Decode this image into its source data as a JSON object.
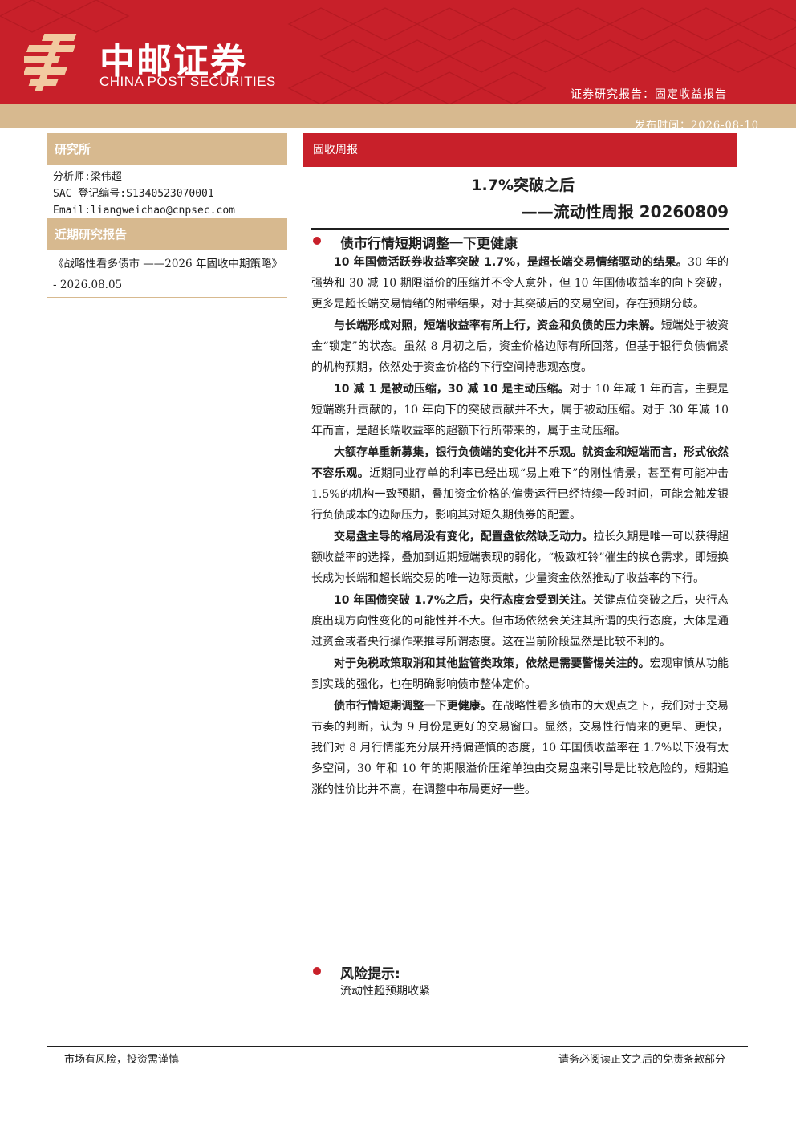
{
  "header": {
    "brand_cn": "中邮证券",
    "brand_en": "CHINA POST SECURITIES",
    "report_type": "证券研究报告：固定收益报告",
    "publish_date": "发布时间：2026-08-10",
    "brand_color": "#c8202a",
    "accent_color": "#d7b98f"
  },
  "sidebar": {
    "institute_label": "研究所",
    "analyst": "分析师:梁伟超",
    "sac": "SAC 登记编号:S1340523070001",
    "email": "Email:liangweichao@cnpsec.com",
    "recent_label": "近期研究报告",
    "recent_report": "《战略性看多债市 ——2026 年固收中期策略》 - 2026.08.05"
  },
  "report": {
    "category": "固收周报",
    "title_main": "1.7%突破之后",
    "title_sub": "——流动性周报 20260809",
    "section1_title": "债市行情短期调整一下更健康",
    "paragraphs": [
      {
        "bold": "10 年国债活跃券收益率突破 1.7%，是超长端交易情绪驱动的结果。",
        "text": "30 年的强势和 30 减 10 期限溢价的压缩并不令人意外，但 10 年国债收益率的向下突破，更多是超长端交易情绪的附带结果，对于其突破后的交易空间，存在预期分歧。"
      },
      {
        "bold": "与长端形成对照，短端收益率有所上行，资金和负债的压力未解。",
        "text": "短端处于被资金“锁定”的状态。虽然 8 月初之后，资金价格边际有所回落，但基于银行负债偏紧的机构预期，依然处于资金价格的下行空间持悲观态度。"
      },
      {
        "bold": "10 减 1 是被动压缩，30 减 10 是主动压缩。",
        "text": "对于 10 年减 1 年而言，主要是短端跳升贡献的，10 年向下的突破贡献并不大，属于被动压缩。对于 30 年减 10 年而言，是超长端收益率的超额下行所带来的，属于主动压缩。"
      },
      {
        "bold": "大额存单重新募集，银行负债端的变化并不乐观。就资金和短端而言，形式依然不容乐观。",
        "text": "近期同业存单的利率已经出现“易上难下”的刚性情景，甚至有可能冲击 1.5%的机构一致预期，叠加资金价格的偏贵运行已经持续一段时间，可能会触发银行负债成本的边际压力，影响其对短久期债券的配置。"
      },
      {
        "bold": "交易盘主导的格局没有变化，配置盘依然缺乏动力。",
        "text": "拉长久期是唯一可以获得超额收益率的选择，叠加到近期短端表现的弱化，“极致杠铃”催生的换仓需求，即短换长成为长端和超长端交易的唯一边际贡献，少量资金依然推动了收益率的下行。"
      },
      {
        "bold": "10 年国债突破 1.7%之后，央行态度会受到关注。",
        "text": "关键点位突破之后，央行态度出现方向性变化的可能性并不大。但市场依然会关注其所谓的央行态度，大体是通过资金或者央行操作来推导所谓态度。这在当前阶段显然是比较不利的。"
      },
      {
        "bold": "对于免税政策取消和其他监管类政策，依然是需要警惕关注的。",
        "text": "宏观审慎从功能到实践的强化，也在明确影响债市整体定价。"
      },
      {
        "bold": "债市行情短期调整一下更健康。",
        "text": "在战略性看多债市的大观点之下，我们对于交易节奏的判断，认为 9 月份是更好的交易窗口。显然，交易性行情来的更早、更快，我们对 8 月行情能充分展开持偏谨慎的态度，10 年国债收益率在 1.7%以下没有太多空间，30 年和 10 年的期限溢价压缩单独由交易盘来引导是比较危险的，短期追涨的性价比并不高，在调整中布局更好一些。"
      }
    ],
    "risk_title": "风险提示:",
    "risk_text": "流动性超预期收紧"
  },
  "footer": {
    "left": "市场有风险，投资需谨慎",
    "right": "请务必阅读正文之后的免责条款部分"
  }
}
